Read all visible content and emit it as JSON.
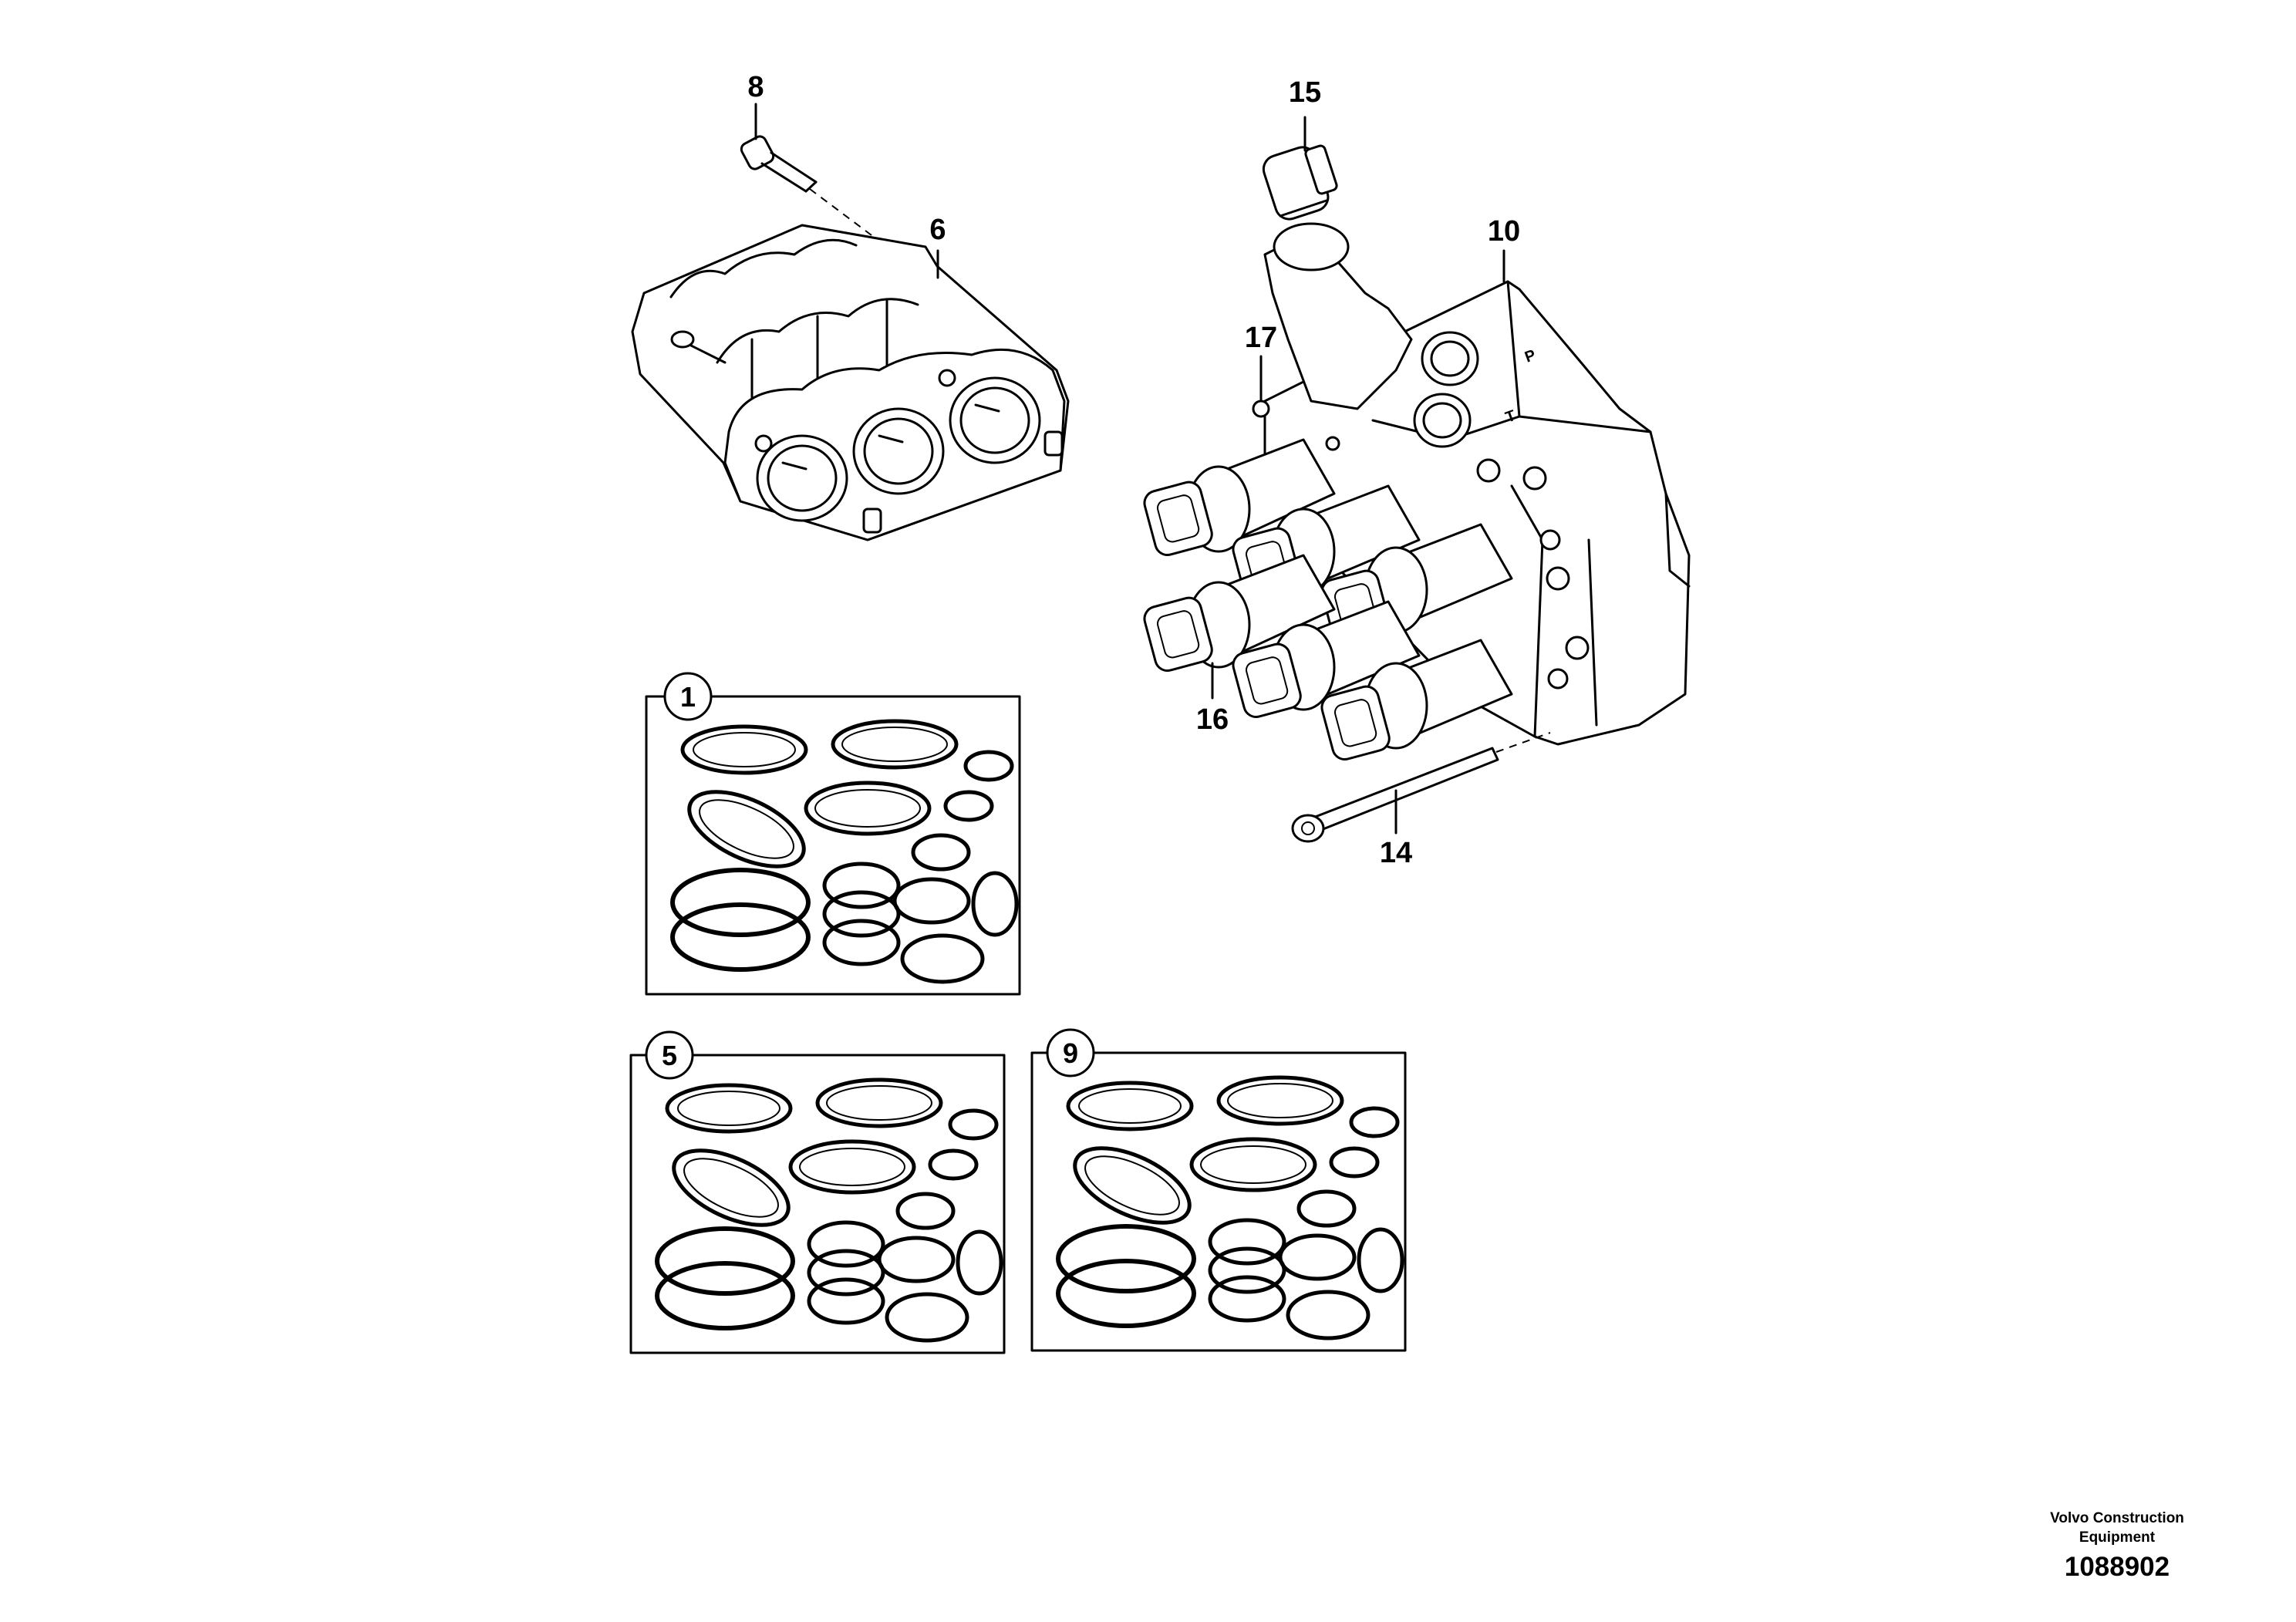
{
  "callouts": {
    "c8": "8",
    "c6": "6",
    "c15": "15",
    "c10": "10",
    "c17": "17",
    "c16": "16",
    "c14": "14"
  },
  "port_marks": {
    "p": "P",
    "t": "T"
  },
  "kits": {
    "k1": "1",
    "k5": "5",
    "k9": "9"
  },
  "footer": {
    "maker_line1": "Volvo Construction",
    "maker_line2": "Equipment",
    "doc_number": "1088902"
  }
}
